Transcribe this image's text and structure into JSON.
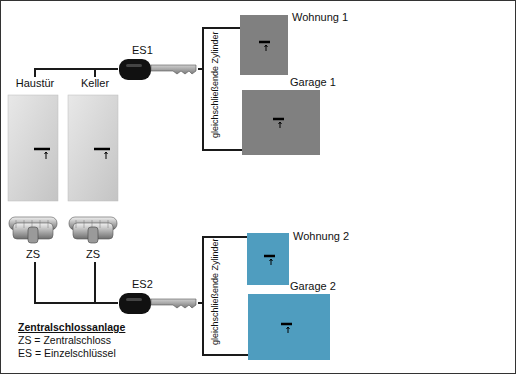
{
  "diagram": {
    "nodes": [
      {
        "text": [
          "Wohnung 1"
        ]
      },
      {
        "text": [
          "ES1"
        ]
      },
      {
        "text": [
          "Garage 1"
        ]
      },
      {
        "text": [
          "Haustür"
        ]
      },
      {
        "text": [
          "Keller"
        ]
      },
      {
        "text": [
          "Wohnung 2"
        ]
      },
      {
        "text": [
          "ES2"
        ]
      },
      {
        "text": [
          "Garage 2"
        ]
      }
    ],
    "edges": [
      {
        "from": 3,
        "to": 1,
        "arrow": "none"
      },
      {
        "from": 4,
        "to": 1,
        "arrow": "none"
      },
      {
        "from": 1,
        "to": 0,
        "arrow": "none"
      },
      {
        "from": 1,
        "to": 2,
        "arrow": "none"
      },
      {
        "from": 3,
        "to": 6,
        "arrow": "none"
      },
      {
        "from": 4,
        "to": 6,
        "arrow": "none"
      },
      {
        "from": 6,
        "to": 5,
        "arrow": "none"
      },
      {
        "from": 6,
        "to": 7,
        "arrow": "none"
      }
    ],
    "labels": [
      "gleichschließende Zylinder",
      "gleichschließende Zylinder",
      "ZS",
      "ZS",
      "Zentralschlossanlage",
      "ZS = Zentralschloss",
      "ES = Einzelschlüssel"
    ]
  }
}
